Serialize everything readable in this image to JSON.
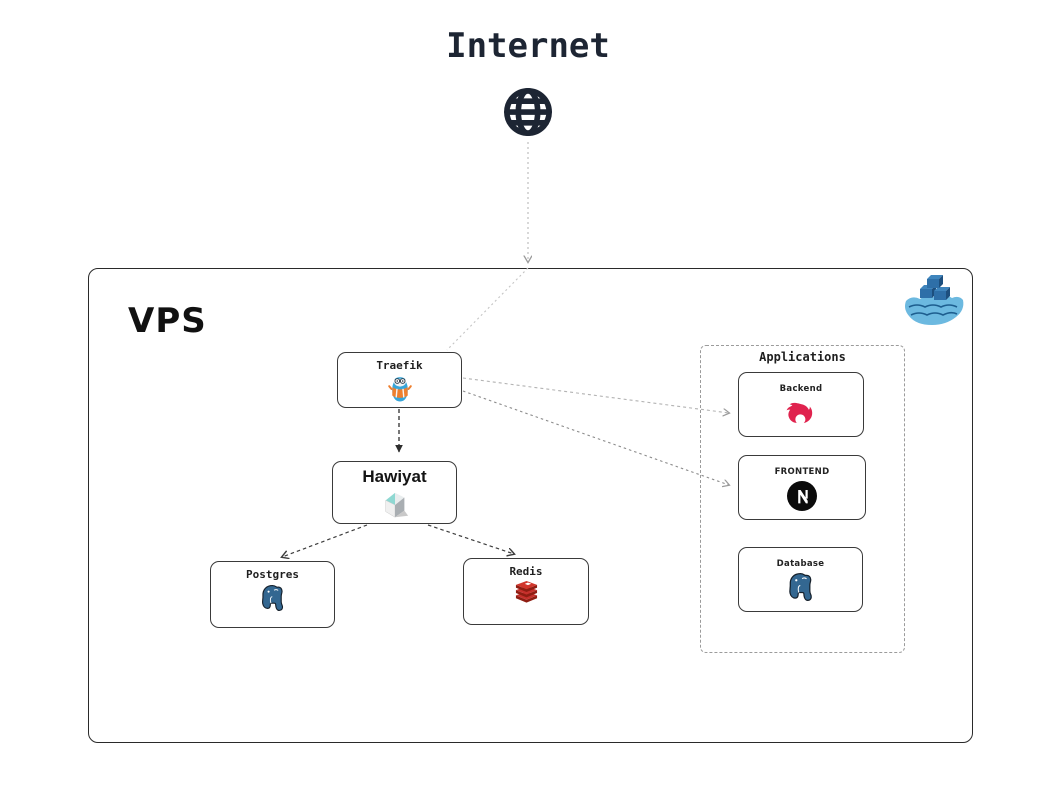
{
  "internet": {
    "label": "Internet"
  },
  "vps": {
    "label": "VPS"
  },
  "nodes": {
    "traefik": {
      "label": "Traefik",
      "icon": "traefik-proxy-logo"
    },
    "hawiyat": {
      "label": "Hawiyat",
      "icon": "hawiyat-cube-logo"
    },
    "postgres": {
      "label": "Postgres",
      "icon": "postgresql-elephant-logo"
    },
    "redis": {
      "label": "Redis",
      "icon": "redis-stack-logo"
    }
  },
  "applications": {
    "title": "Applications",
    "nodes": {
      "backend": {
        "label": "Backend",
        "icon": "nestjs-logo"
      },
      "frontend": {
        "label": "FRONTEND",
        "icon": "nextjs-logo"
      },
      "database": {
        "label": "Database",
        "icon": "postgresql-elephant-logo"
      }
    }
  },
  "corner_icon": "docker-logo",
  "edges": [
    {
      "from": "internet-globe",
      "to": "vps-top-edge",
      "style": "dotted-gray-arrow"
    },
    {
      "from": "vps-top-edge",
      "to": "traefik",
      "style": "dotted-gray"
    },
    {
      "from": "traefik",
      "to": "hawiyat",
      "style": "dashed-dark-filled-arrow"
    },
    {
      "from": "traefik",
      "to": "backend",
      "style": "dotted-gray-arrow"
    },
    {
      "from": "traefik",
      "to": "frontend",
      "style": "dotted-gray-arrow"
    },
    {
      "from": "hawiyat",
      "to": "postgres",
      "style": "dashed-dark-open-arrow"
    },
    {
      "from": "hawiyat",
      "to": "redis",
      "style": "dashed-dark-open-arrow"
    }
  ],
  "colors": {
    "text": "#1d2533",
    "node_border": "#3a3a3a",
    "container_border": "#9b9b9b",
    "postgres_blue": "#336791",
    "redis_red": "#c6302b",
    "nestjs_red": "#e0234e",
    "nextjs_black": "#0b0b0b",
    "traefik_blue": "#37a5d9",
    "traefik_orange": "#ee7f2e",
    "docker_blue": "#3f85bd",
    "hawiyat_teal": "#8fd8d2"
  }
}
